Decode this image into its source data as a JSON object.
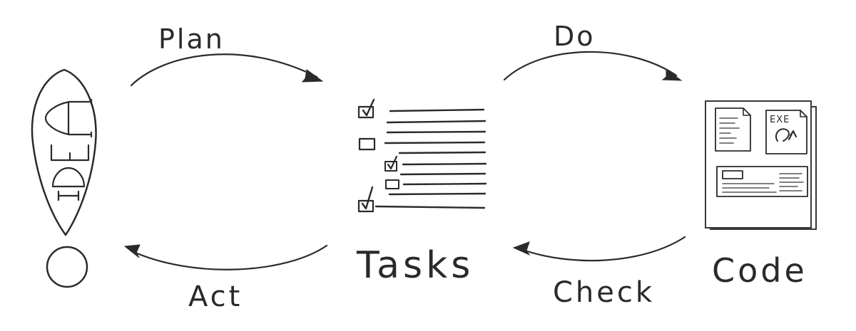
{
  "cycle": {
    "plan_label": "Plan",
    "do_label": "Do",
    "check_label": "Check",
    "act_label": "Act"
  },
  "nodes": {
    "idea": {
      "letters": [
        "I",
        "D",
        "E",
        "A"
      ]
    },
    "tasks": {
      "label": "Tasks"
    },
    "code": {
      "label": "Code",
      "exe_label": "EXE"
    }
  }
}
